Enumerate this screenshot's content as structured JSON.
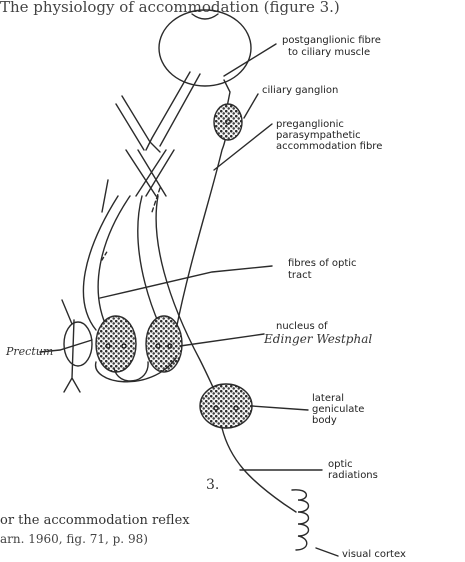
{
  "header": {
    "text": "The physiology of accommodation (figure 3.)"
  },
  "labels": {
    "postganglionic": [
      "postganglionic fibre",
      "to ciliary muscle"
    ],
    "ciliary_ganglion": "ciliary ganglion",
    "preganglionic": [
      "preganglionic",
      "parasympathetic",
      "accommodation fibre"
    ],
    "optic_tract": [
      "fibres of optic",
      "tract"
    ],
    "nucleus_of": "nucleus of",
    "edinger": "Edinger Westphal",
    "pretectum": "Prectum",
    "lgb": [
      "lateral",
      "geniculate",
      "body"
    ],
    "optic_radiations": [
      "optic",
      "radiations"
    ],
    "visual_cortex": "visual cortex"
  },
  "figure_number": "3.",
  "caption": {
    "line1": "or the accommodation reflex",
    "line2": "arn. 1960, fig. 71, p. 98)"
  }
}
